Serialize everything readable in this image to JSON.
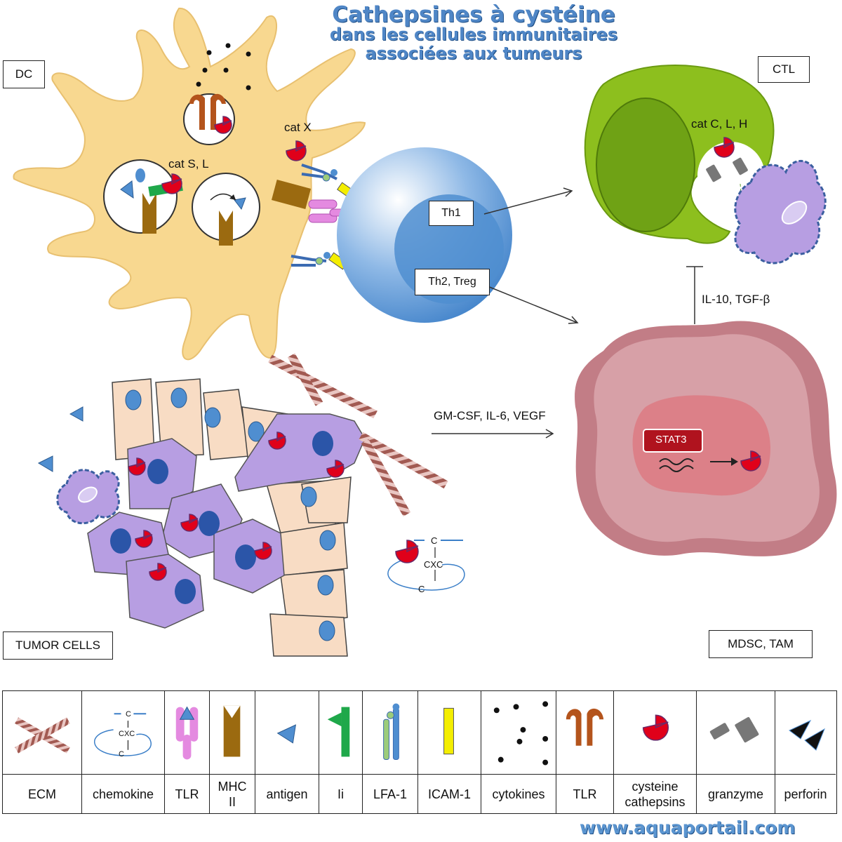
{
  "title": {
    "line1": "Cathepsines à cystéine",
    "line2": "dans les cellules immunitaires",
    "line3": "associées aux tumeurs"
  },
  "cells": {
    "dc": "DC",
    "ctl": "CTL",
    "tumor": "TUMOR CELLS",
    "mdsc": "MDSC, TAM"
  },
  "labels": {
    "cat_x": "cat X",
    "cat_sl": "cat S, L",
    "cat_clh": "cat C, L, H",
    "th1": "Th1",
    "th2": "Th2, Treg",
    "il10": "IL-10, TGF-β",
    "gmcsf": "GM-CSF, IL-6, VEGF",
    "stat3": "STAT3",
    "chem_c_top": "C",
    "chem_cxc": "CXC",
    "chem_c_bot": "C"
  },
  "legend": [
    {
      "label": "ECM",
      "icon": "ecm-fibers"
    },
    {
      "label": "chemokine",
      "icon": "chemokine-loop",
      "glyph_top": "C",
      "glyph_mid": "CXC",
      "glyph_bot": "C"
    },
    {
      "label": "TLR",
      "icon": "tlr-pink-receptor"
    },
    {
      "label": "MHC II",
      "icon": "mhc-ii-molecule"
    },
    {
      "label": "antigen",
      "icon": "antigen-triangle"
    },
    {
      "label": "Ii",
      "icon": "invariant-chain"
    },
    {
      "label": "LFA-1",
      "icon": "lfa-1-chain"
    },
    {
      "label": "ICAM-1",
      "icon": "icam-1-bar"
    },
    {
      "label": "cytokines",
      "icon": "cytokine-dots"
    },
    {
      "label": "TLR",
      "icon": "tlr-brown-receptor"
    },
    {
      "label": "cysteine cathepsins",
      "icon": "cathepsin-pacman"
    },
    {
      "label": "granzyme",
      "icon": "granzyme-blocks"
    },
    {
      "label": "perforin",
      "icon": "perforin-shards"
    }
  ],
  "footer": "www.aquaportail.com",
  "colors": {
    "dc_cell": "#f8d890",
    "t_cell": "#4f8ed0",
    "ctl_cell": "#8dbf1e",
    "mdsc_cell": "#c88f96",
    "tumor_purple": "#b79ee2",
    "tumor_beige": "#f8dcc4",
    "cathepsin_red": "#e0001a",
    "title_blue": "#4f86c6"
  }
}
